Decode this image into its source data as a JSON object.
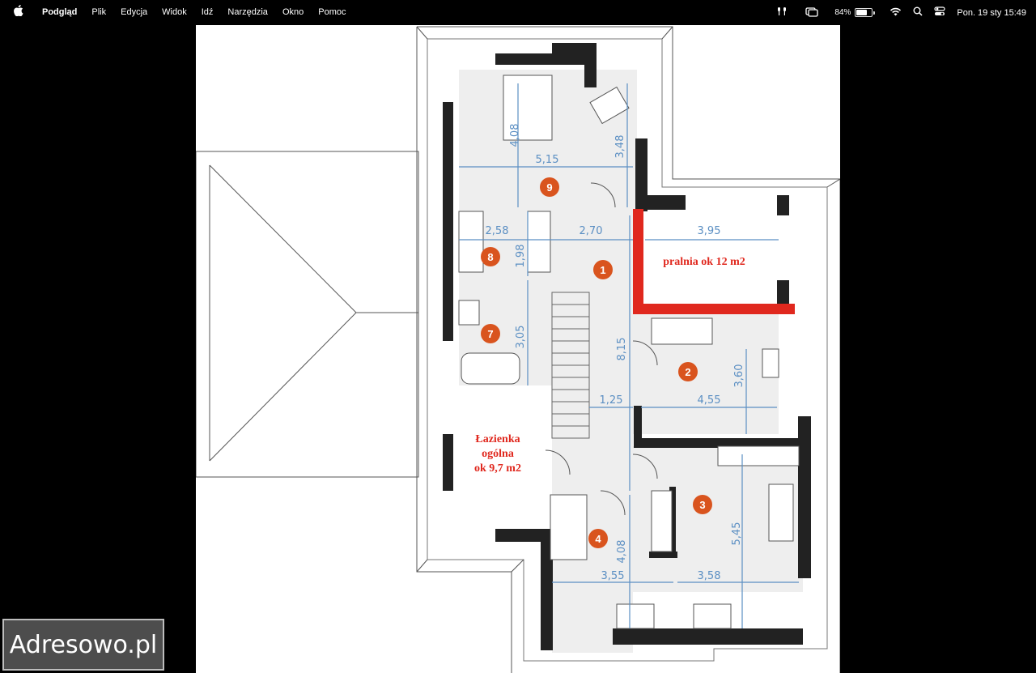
{
  "menubar": {
    "apple_icon": "apple-icon",
    "app_name": "Podgląd",
    "menus": [
      "Plik",
      "Edycja",
      "Widok",
      "Idź",
      "Narzędzia",
      "Okno",
      "Pomoc"
    ],
    "battery_percent": "84%",
    "battery_level": 0.84,
    "date_time": "Pon. 19 sty  15:49"
  },
  "floorplan": {
    "rooms": [
      "1",
      "2",
      "3",
      "4",
      "7",
      "8",
      "9"
    ],
    "dimensions": {
      "d408_top": "4,08",
      "d348": "3,48",
      "d515": "5,15",
      "d258": "2,58",
      "d198": "1,98",
      "d270": "2,70",
      "d395": "3,95",
      "d305": "3,05",
      "d815": "8,15",
      "d360": "3,60",
      "d125": "1,25",
      "d455": "4,55",
      "d408_bottom": "4,08",
      "d545": "5,45",
      "d355": "3,55",
      "d358": "3,58"
    },
    "labels": {
      "pralnia": "pralnia ok 12 m2",
      "lazienka_1": "Łazienka",
      "lazienka_2": "ogólna",
      "lazienka_3": "ok 9,7 m2"
    },
    "colors": {
      "annotation_red": "#e0281e",
      "dimension_blue": "#5b8fc3",
      "room_marker": "#d9541e",
      "wall": "#222222"
    }
  },
  "watermark": {
    "text": "Adresowo.pl"
  }
}
